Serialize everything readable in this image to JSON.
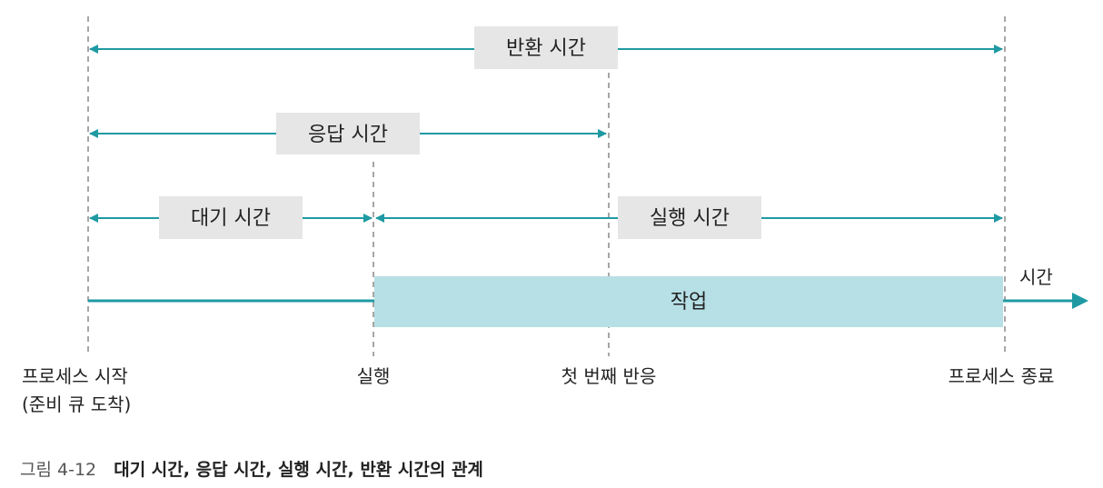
{
  "colors": {
    "arrow": "#1f9aa3",
    "timeline": "#1f9aa3",
    "job_bar": "#b6e0e6",
    "guide": "#888888",
    "label_bg": "#e6e6e6"
  },
  "spans": {
    "turnaround": "반환 시간",
    "response": "응답 시간",
    "waiting": "대기 시간",
    "execution": "실행 시간"
  },
  "job_label": "작업",
  "axis_label": "시간",
  "markers": {
    "process_start_line1": "프로세스 시작",
    "process_start_line2": "(준비 큐 도착)",
    "execution_start": "실행",
    "first_response": "첫 번째 반응",
    "process_end": "프로세스 종료"
  },
  "caption": {
    "number": "그림 4-12",
    "title": "대기 시간, 응답 시간, 실행 시간, 반환 시간의 관계"
  }
}
